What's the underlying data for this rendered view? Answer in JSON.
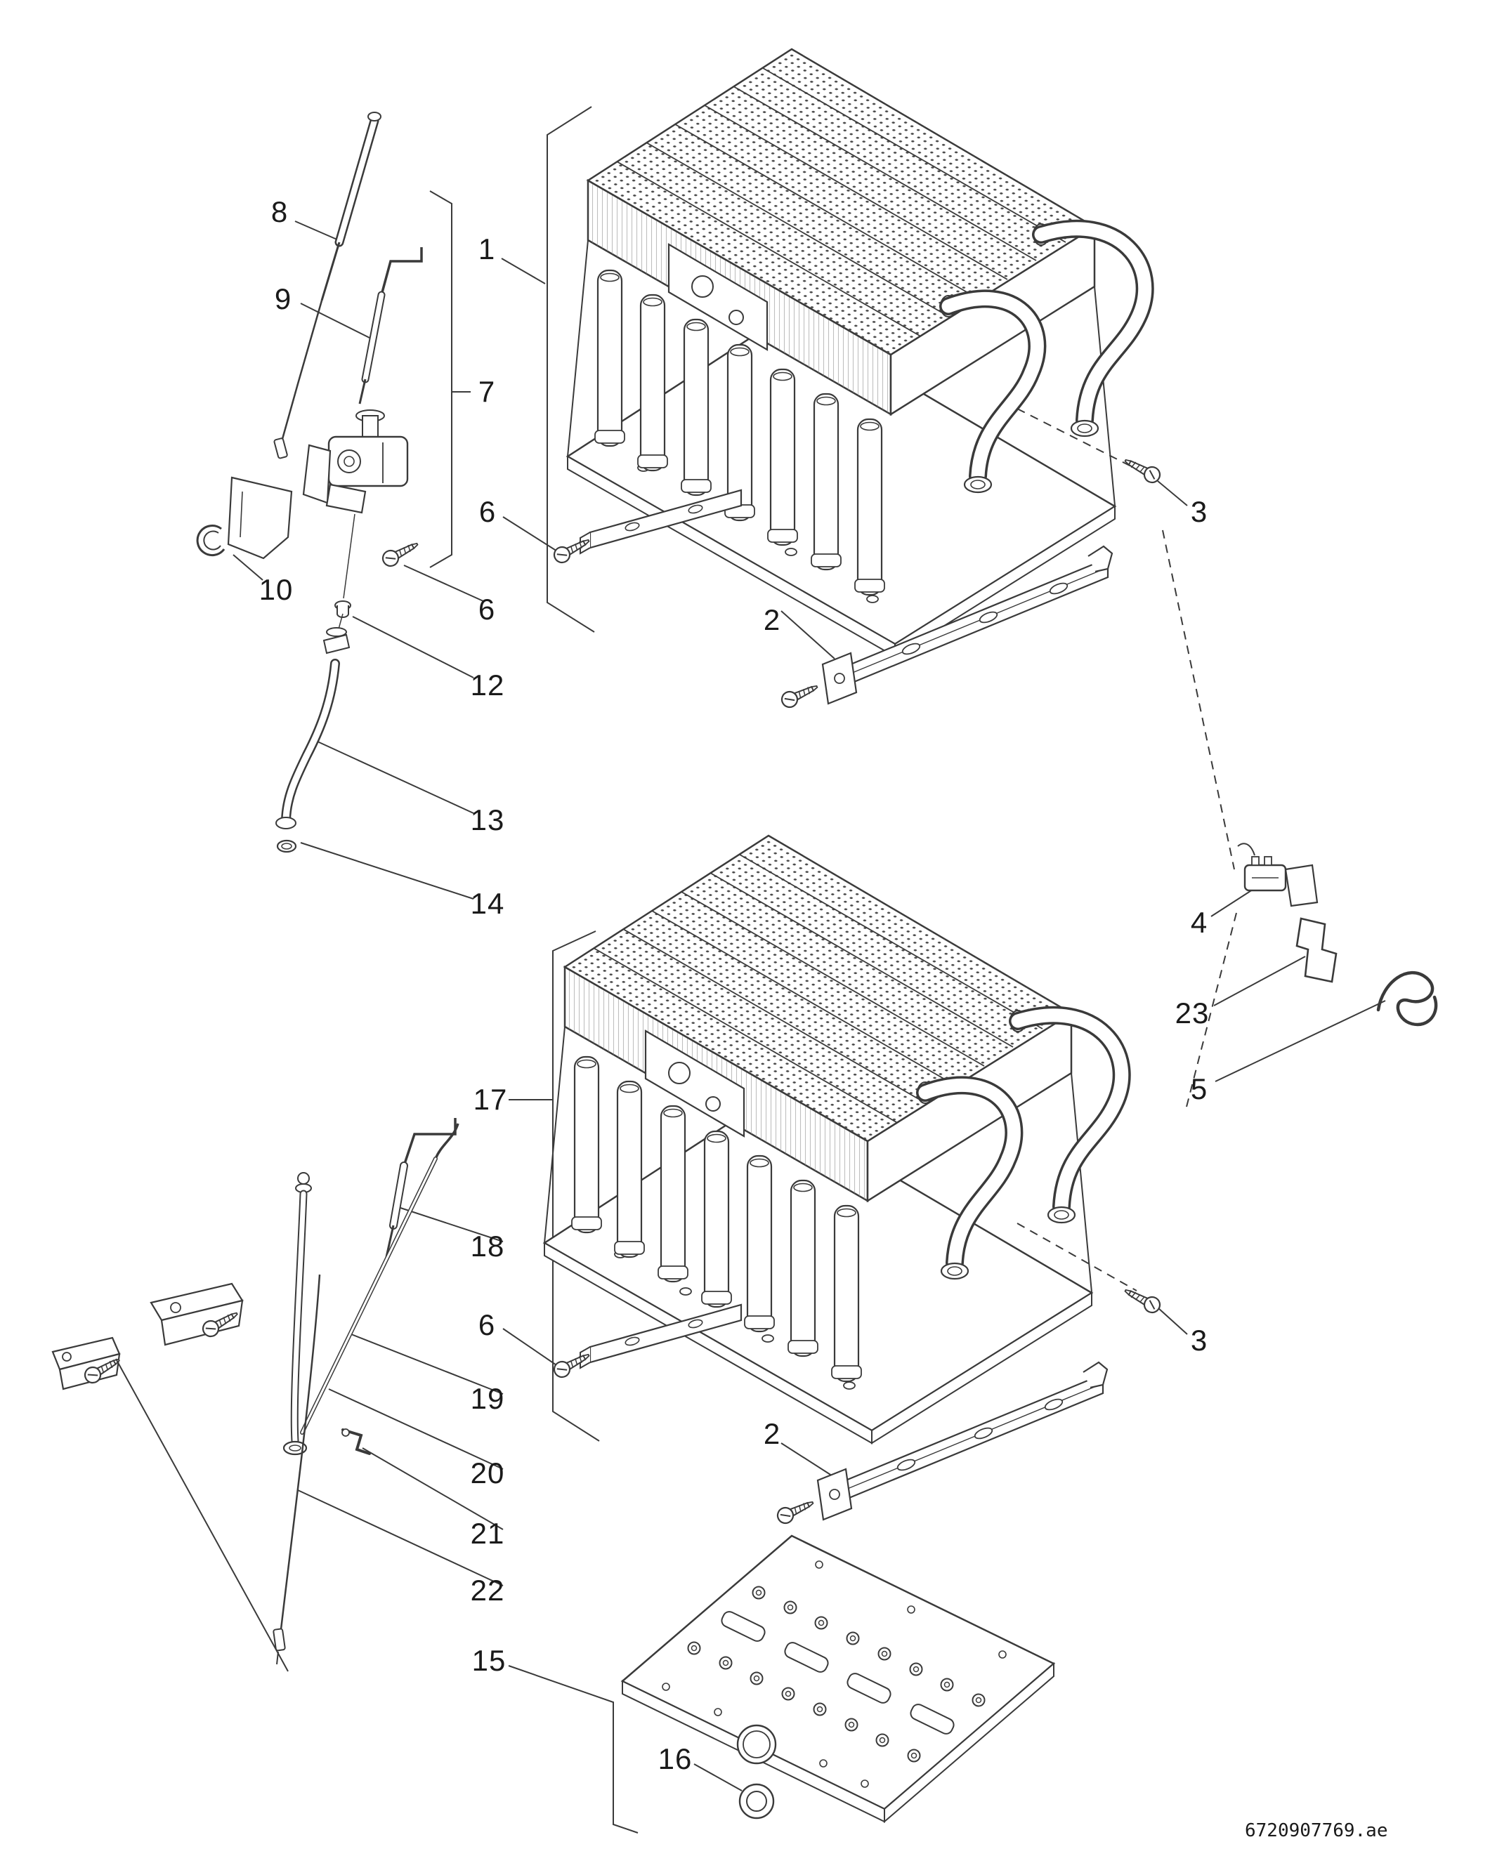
{
  "document": {
    "reference": "6720907769.ae"
  },
  "diagram": {
    "type": "exploded-parts-view",
    "subject": "heat-exchanger-burner-assembly",
    "background_color": "#ffffff",
    "line_color": "#3a3a3a",
    "label_color": "#1a1a1a",
    "callout_numbers_visible": [
      "1",
      "2",
      "3",
      "4",
      "5",
      "6",
      "7",
      "8",
      "9",
      "10",
      "12",
      "13",
      "14",
      "15",
      "16",
      "17",
      "18",
      "19",
      "20",
      "21",
      "22",
      "23"
    ]
  },
  "callouts": [
    {
      "label": "8"
    },
    {
      "label": "9"
    },
    {
      "label": "1"
    },
    {
      "label": "7"
    },
    {
      "label": "6"
    },
    {
      "label": "3"
    },
    {
      "label": "10"
    },
    {
      "label": "6"
    },
    {
      "label": "2"
    },
    {
      "label": "12"
    },
    {
      "label": "13"
    },
    {
      "label": "14"
    },
    {
      "label": "4"
    },
    {
      "label": "23"
    },
    {
      "label": "5"
    },
    {
      "label": "17"
    },
    {
      "label": "18"
    },
    {
      "label": "6"
    },
    {
      "label": "3"
    },
    {
      "label": "19"
    },
    {
      "label": "2"
    },
    {
      "label": "20"
    },
    {
      "label": "21"
    },
    {
      "label": "22"
    },
    {
      "label": "15"
    },
    {
      "label": "16"
    }
  ]
}
